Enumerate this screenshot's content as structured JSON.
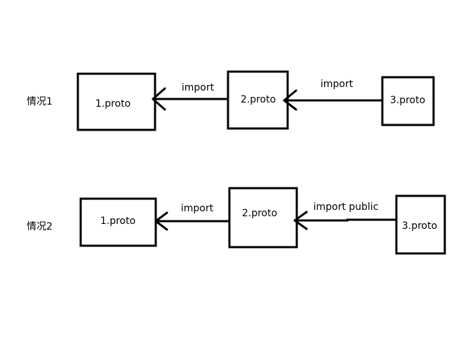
{
  "colors": {
    "stroke": "#000000",
    "background": "#ffffff"
  },
  "case1": {
    "label": "情况1",
    "nodes": {
      "proto1": "1.proto",
      "proto2": "2.proto",
      "proto3": "3.proto"
    },
    "edges": {
      "e2to1": "import",
      "e3to2": "import"
    }
  },
  "case2": {
    "label": "情况2",
    "nodes": {
      "proto1": "1.proto",
      "proto2": "2.proto",
      "proto3": "3.proto"
    },
    "edges": {
      "e2to1": "import",
      "e3to2": "import public"
    }
  }
}
